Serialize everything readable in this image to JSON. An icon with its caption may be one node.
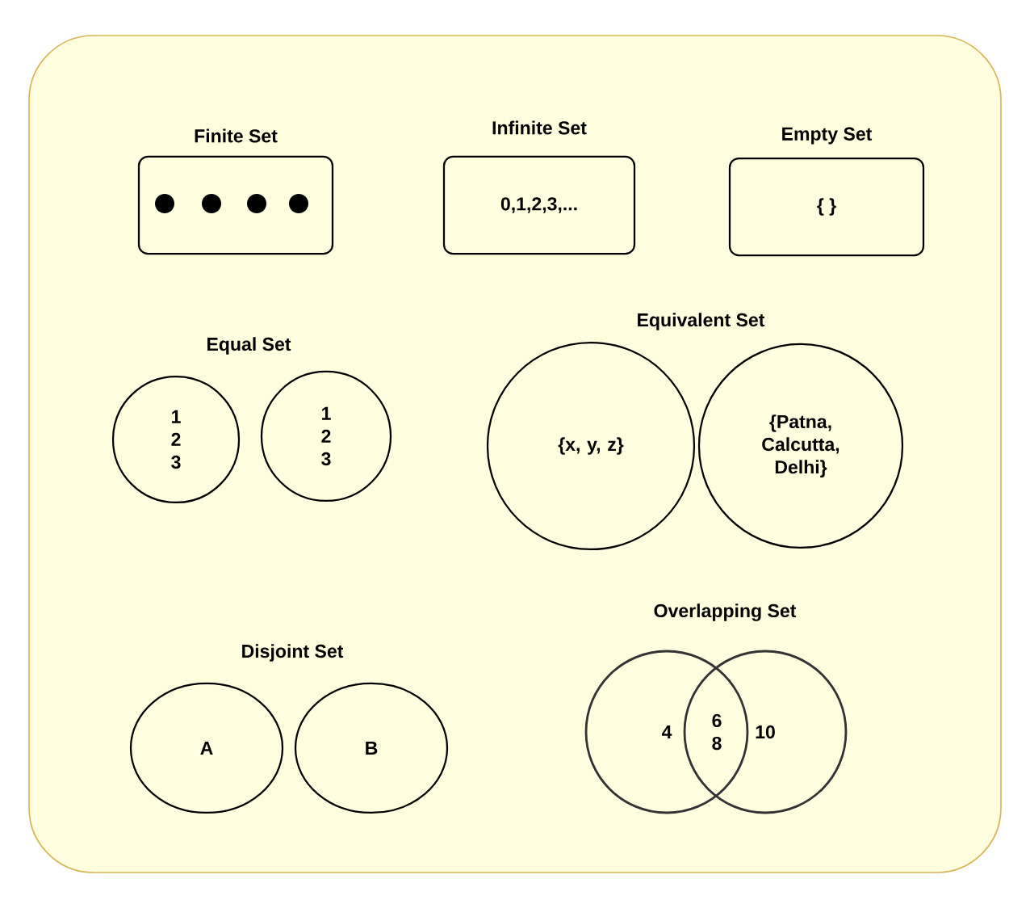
{
  "diagram": {
    "nodes": [
      {
        "text": [],
        "shape": "box"
      },
      {
        "text": [
          "Finite Set"
        ],
        "in": 0
      },
      {
        "text": [
          "Infinite Set",
          "0,1,2,3,..."
        ],
        "in": 0
      },
      {
        "text": [
          "Empty Set",
          "{ }"
        ],
        "in": 0
      },
      {
        "text": [
          "1 2 3"
        ],
        "in": 0
      },
      {
        "text": [
          "1 2 3"
        ],
        "in": 0
      },
      {
        "text": [
          "{x, y, z}"
        ],
        "in": 0
      },
      {
        "text": [
          "{Patna, Calcutta, Delhi}"
        ],
        "in": 0
      },
      {
        "text": [
          "A"
        ],
        "in": 0
      },
      {
        "text": [
          "B"
        ],
        "in": 0
      },
      {
        "text": [
          "4"
        ],
        "in": 0
      },
      {
        "text": [
          "10"
        ],
        "in": 0
      }
    ],
    "labels": [
      "Equal Set",
      "Equivalent Set",
      "Disjoint Set",
      "Overlapping Set",
      "6 8"
    ]
  }
}
